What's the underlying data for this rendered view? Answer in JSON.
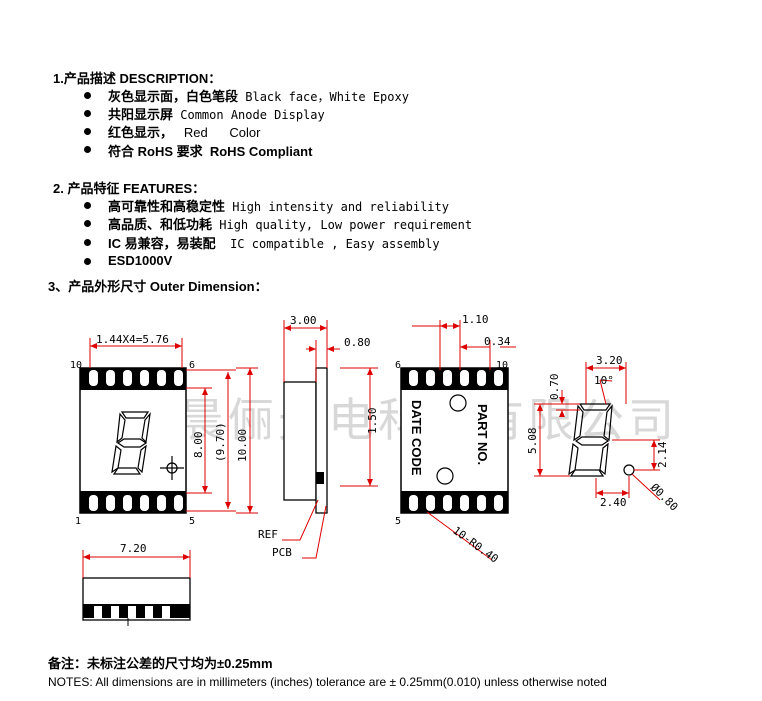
{
  "description": {
    "heading": "1.产品描述 DESCRIPTION：",
    "items": [
      {
        "cn": "灰色显示面，白色笔段",
        "en": " Black face，White  Epoxy"
      },
      {
        "cn": "共阳显示屏",
        "en": " Common Anode Display"
      },
      {
        "cn": "红色显示，",
        "en": "   Red      Color"
      },
      {
        "cn": "符合 RoHS 要求",
        "en": "  RoHS Compliant"
      }
    ]
  },
  "features": {
    "heading": "2. 产品特征 FEATURES：",
    "items": [
      {
        "cn": "高可靠性和高稳定性",
        "en": " High intensity and reliability"
      },
      {
        "cn": "高品质、和低功耗",
        "en": " High quality, Low power requirement"
      },
      {
        "cn": "IC 易兼容，易装配",
        "en": "  IC compatible , Easy assembly"
      },
      {
        "cn": "ESD1000V",
        "en": ""
      }
    ]
  },
  "dimension": {
    "heading": "3、产品外形尺寸 Outer Dimension：",
    "watermark": "东莞晨俪光电科技有限公司",
    "labels": {
      "pitch": "1.44X4=5.76",
      "pin10_left": "10",
      "pin6_left": "6",
      "pin1": "1",
      "pin5_left": "5",
      "h800": "8.00",
      "h970": "(9.70)",
      "h1000": "10.00",
      "w300": "3.00",
      "w080": "0.80",
      "h150": "1.50",
      "ref": "REF",
      "pcb": "PCB",
      "w110": "1.10",
      "w034": "0.34",
      "pin6_back": "6",
      "pin10_back": "10",
      "pin5_back": "5",
      "date_code": "DATE CODE",
      "part_no": "PART NO.",
      "radius": "10-R0.40",
      "h508": "5.08",
      "w320": "3.20",
      "h070": "0.70",
      "angle": "10°",
      "h214": "2.14",
      "w240": "2.40",
      "dia": "Ø0.80",
      "w720": "7.20"
    }
  },
  "notes": {
    "cn": "备注：未标注公差的尺寸均为±0.25mm",
    "en": "NOTES: All dimensions are in millimeters (inches) tolerance are ± 0.25mm(0.010) unless otherwise noted"
  }
}
